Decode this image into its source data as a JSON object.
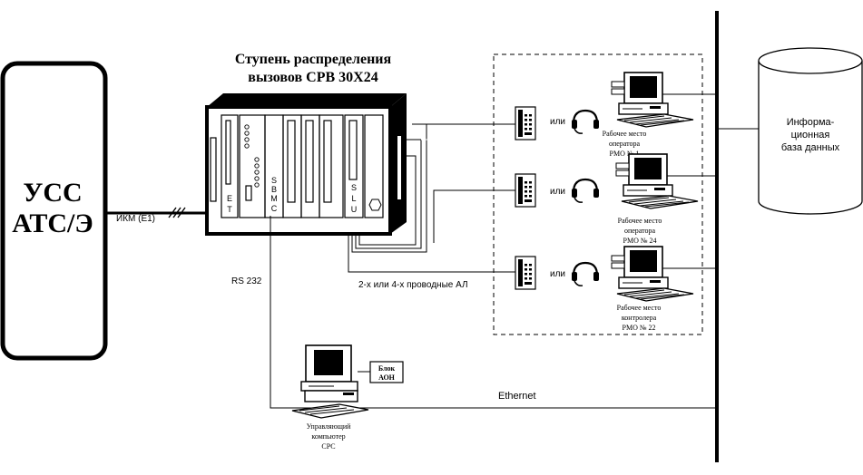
{
  "exchange": {
    "line1": "УСС",
    "line2": "АТС/Э"
  },
  "rack": {
    "title_line1": "Ступень распределения",
    "title_line2": "вызовов СРВ 30Х24",
    "board_et": [
      "E",
      "T"
    ],
    "board_sbmc": [
      "S",
      "B",
      "M",
      "C"
    ],
    "board_slu": [
      "S",
      "L",
      "U"
    ]
  },
  "links": {
    "ikm": "ИКМ (E1)",
    "rs232": "RS 232",
    "analog_lines": "2-х или 4-х проводные АЛ",
    "ethernet": "Ethernet"
  },
  "workplaces": [
    {
      "or_label": "или",
      "line1": "Рабочее место",
      "line2": "оператора",
      "line3": "РМО № 1"
    },
    {
      "or_label": "или",
      "line1": "Рабочее место",
      "line2": "оператора",
      "line3": "РМО № 24"
    },
    {
      "or_label": "или",
      "line1": "Рабочее место",
      "line2": "контролера",
      "line3": "РМО № 22"
    }
  ],
  "database": {
    "line1": "Информа-",
    "line2": "ционная",
    "line3": "база данных"
  },
  "control_pc": {
    "line1": "Управляющий",
    "line2": "компьютер",
    "line3": "СРС"
  },
  "aon_block": {
    "line1": "Блок",
    "line2": "АОН"
  }
}
